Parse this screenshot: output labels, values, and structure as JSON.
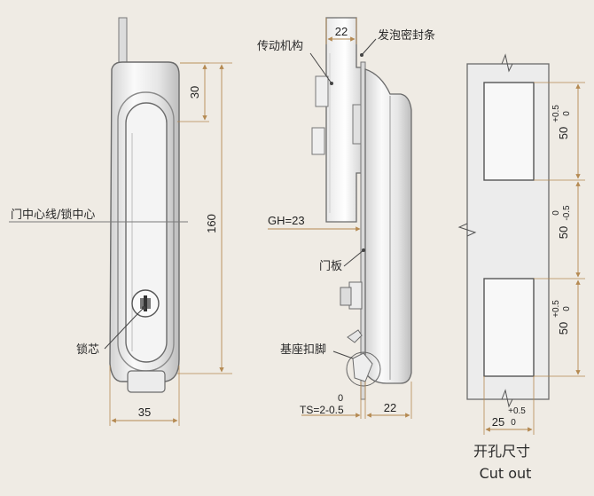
{
  "front_view": {
    "label_center_line": "门中心线/锁中心",
    "label_lock_core": "锁芯",
    "dim_top": "30",
    "dim_height": "160",
    "dim_width": "35"
  },
  "side_view": {
    "dim_top_width": "22",
    "label_drive": "传动机构",
    "label_foam": "发泡密封条",
    "label_gh": "GH=23",
    "label_door_panel": "门板",
    "label_base_clip": "基座扣脚",
    "ts_upper": "0",
    "ts_main": "TS=2-0.5",
    "dim_bottom_width": "22"
  },
  "cutout": {
    "dim_upper_main": "50",
    "dim_upper_tol_top": "+0.5",
    "dim_upper_tol_bot": "0",
    "dim_mid_main": "50",
    "dim_mid_tol_top": "0",
    "dim_mid_tol_bot": "-0.5",
    "dim_lower_main": "50",
    "dim_lower_tol_top": "+0.5",
    "dim_lower_tol_bot": "0",
    "dim_width_main": "25",
    "dim_width_tol_top": "+0.5",
    "dim_width_tol_bot": "0",
    "title_cn": "开孔尺寸",
    "title_en": "Cut out"
  },
  "colors": {
    "background": "#efebe4",
    "dimension_line": "#b58a52",
    "part_outline": "#6b6b6b"
  }
}
